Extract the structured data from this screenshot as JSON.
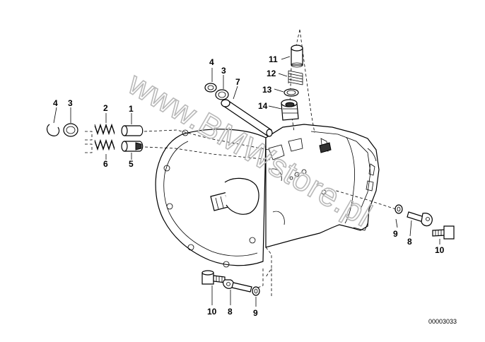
{
  "watermark": "www.BMWstore.pl",
  "drawing_code": "00003033",
  "callouts": {
    "c4a": "4",
    "c3a": "3",
    "c7": "7",
    "c11": "11",
    "c12": "12",
    "c13": "13",
    "c14": "14",
    "c4b": "4",
    "c3b": "3",
    "c2": "2",
    "c1": "1",
    "c6": "6",
    "c5": "5",
    "c9a": "9",
    "c8a": "8",
    "c10a": "10",
    "c10b": "10",
    "c8b": "8",
    "c9b": "9"
  }
}
